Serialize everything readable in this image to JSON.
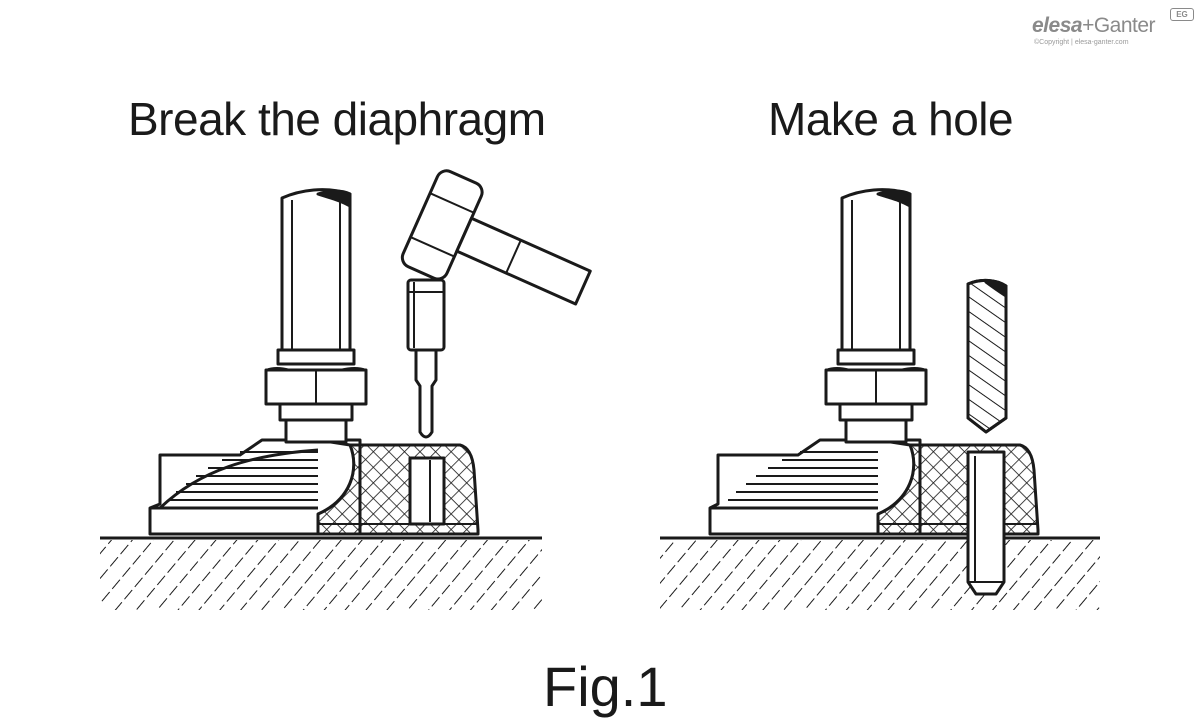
{
  "titles": {
    "left": "Break the diaphragm",
    "right": "Make a hole"
  },
  "caption": "Fig.1",
  "logo": {
    "brand": "elesa",
    "plus": "+",
    "brand2": "Ganter",
    "badge": "EG",
    "copyright": "©Copyright | elesa-ganter.com"
  }
}
